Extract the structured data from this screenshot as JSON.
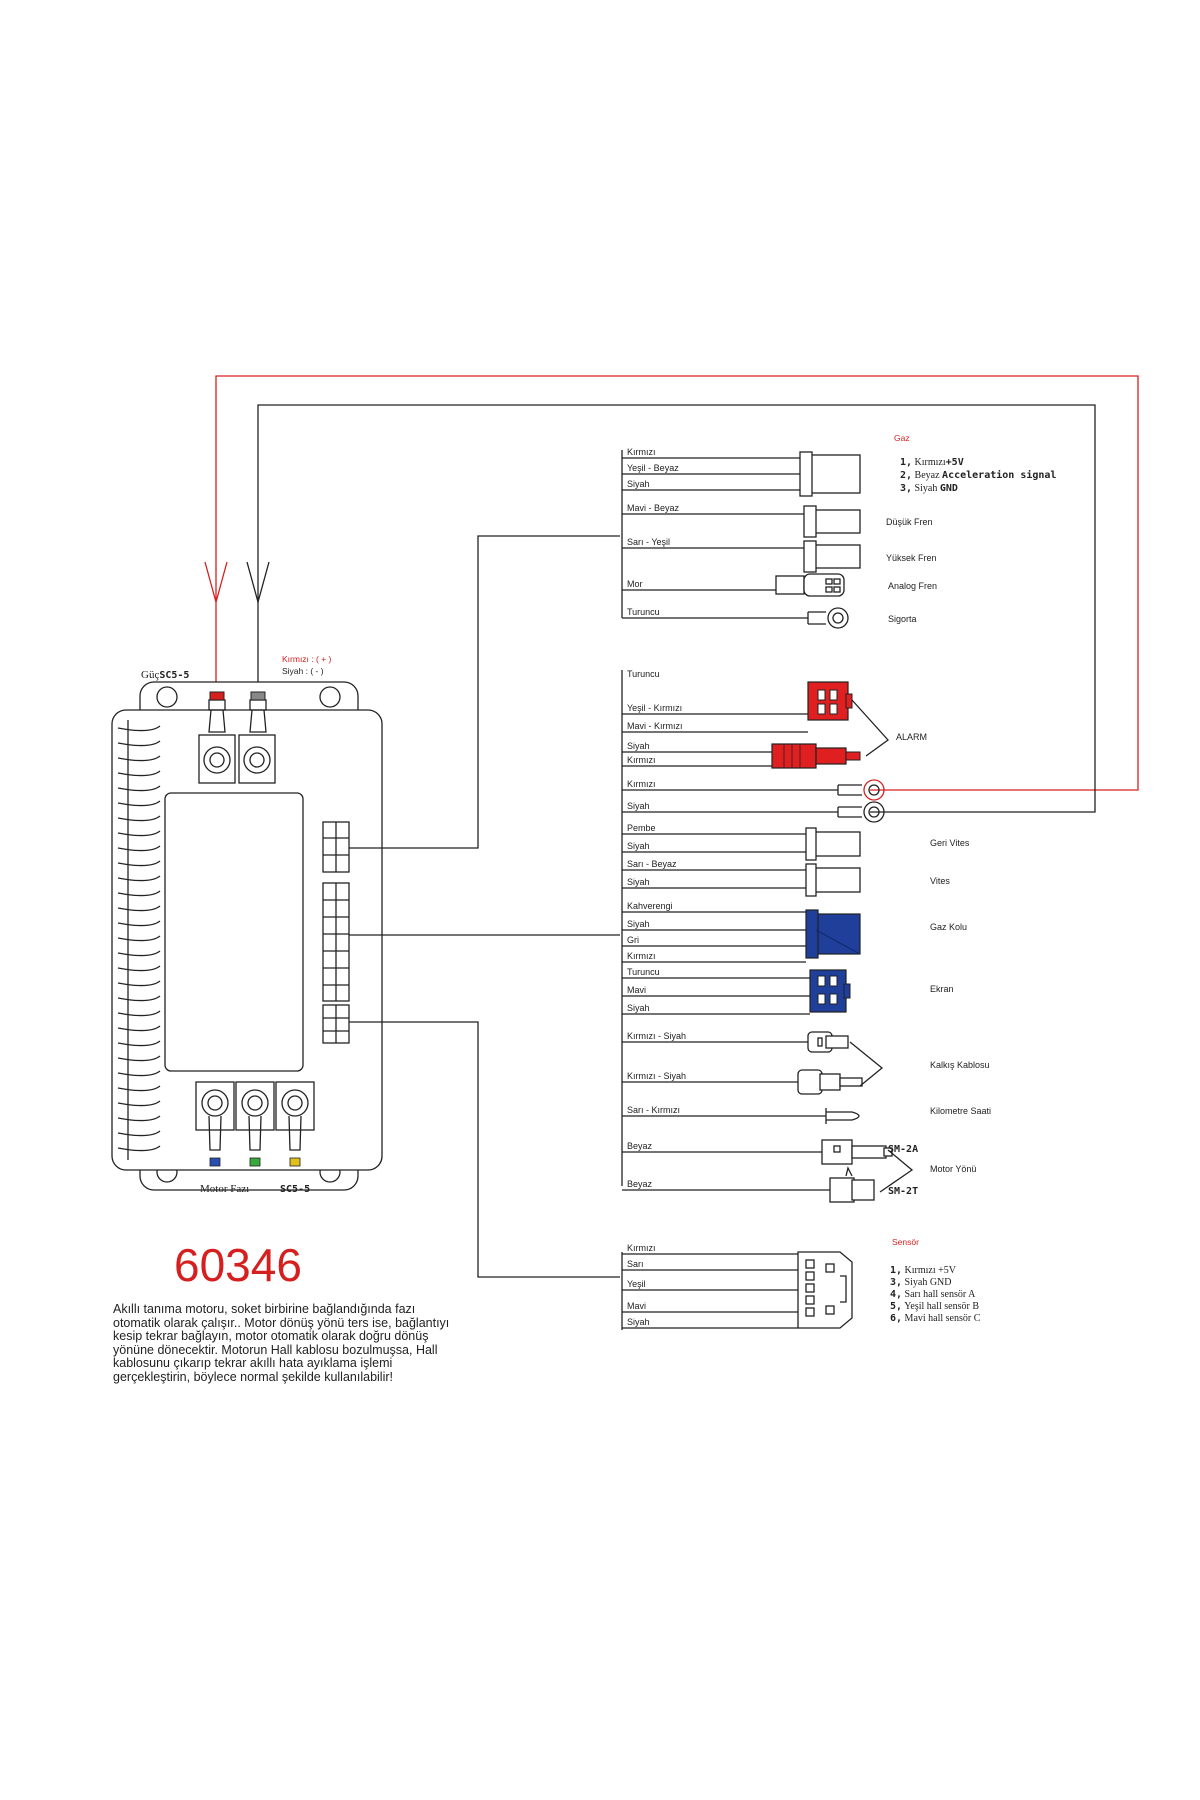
{
  "model_number": "60346",
  "power_label_prefix": "Güç",
  "power_connector": "SC5-5",
  "polarity": {
    "positive": "Kırmızı : ( + )",
    "negative": "Siyah   : ( - )"
  },
  "motor_phase_label": "Motor Fazı",
  "motor_connector": "SC5-5",
  "groups": {
    "gaz": {
      "title": "Gaz",
      "pins": [
        {
          "num": "1,",
          "color": "Kırmızı",
          "signal": "+5V"
        },
        {
          "num": "2,",
          "color": "Beyaz",
          "signal": "Acceleration signal"
        },
        {
          "num": "3,",
          "color": "Siyah",
          "signal": "GND"
        }
      ]
    },
    "sensor": {
      "title": "Sensör",
      "pins": [
        {
          "num": "1,",
          "text": "Kırmızı +5V"
        },
        {
          "num": "3,",
          "text": "Siyah GND"
        },
        {
          "num": "4,",
          "text": "Sarı hall sensör A"
        },
        {
          "num": "5,",
          "text": "Yeşil hall sensör B"
        },
        {
          "num": "6,",
          "text": "Mavi hall sensör C"
        }
      ]
    }
  },
  "wires": {
    "g1": [
      "Kırmızı",
      "Yeşil - Beyaz",
      "Siyah",
      "Mavi - Beyaz",
      "Sarı - Yeşil",
      "Mor",
      "Turuncu"
    ],
    "g2": [
      "Turuncu",
      "Yeşil - Kırmızı",
      "Mavi - Kırmızı",
      "Siyah",
      "Kırmızı",
      "Kırmızı",
      "Siyah",
      "Pembe",
      "Siyah",
      "Sarı - Beyaz",
      "Siyah",
      "Kahverengi",
      "Siyah",
      "Gri",
      "Kırmızı",
      "Turuncu",
      "Mavi",
      "Siyah",
      "Kırmızı - Siyah",
      "Kırmızı - Siyah",
      "Sarı - Kırmızı",
      "Beyaz",
      "Beyaz"
    ],
    "g3": [
      "Kırmızı",
      "Sarı",
      "Yeşil",
      "Mavi",
      "Siyah"
    ]
  },
  "functions": {
    "dusuk_fren": "Düşük Fren",
    "yuksek_fren": "Yüksek Fren",
    "analog_fren": "Analog Fren",
    "sigorta": "Sigorta",
    "alarm": "ALARM",
    "geri_vites": "Geri Vites",
    "vites": "Vites",
    "gaz_kolu": "Gaz Kolu",
    "ekran": "Ekran",
    "kalkis": "Kalkış Kablosu",
    "kilometre": "Kilometre Saati",
    "motor_yonu": "Motor Yönü"
  },
  "sm_labels": [
    "SM-2A",
    "SM-2T"
  ],
  "description": "Akıllı tanıma motoru, soket birbirine bağlandığında fazı otomatik olarak çalışır.. Motor dönüş yönü ters ise, bağlantıyı kesip tekrar bağlayın, motor otomatik olarak doğru dönüş yönüne dönecektir. Motorun Hall kablosu bozulmuşsa, Hall kablosunu çıkarıp tekrar akıllı hata ayıklama işlemi gerçekleştirin, böylece normal şekilde kullanılabilir!",
  "colors": {
    "red_wire": "#d62020",
    "alarm_connector": "#e02020",
    "blue_connector": "#1f3f9a",
    "phase_blue": "#2a4fb0",
    "phase_green": "#3aa83a",
    "phase_yellow": "#e0c020"
  }
}
